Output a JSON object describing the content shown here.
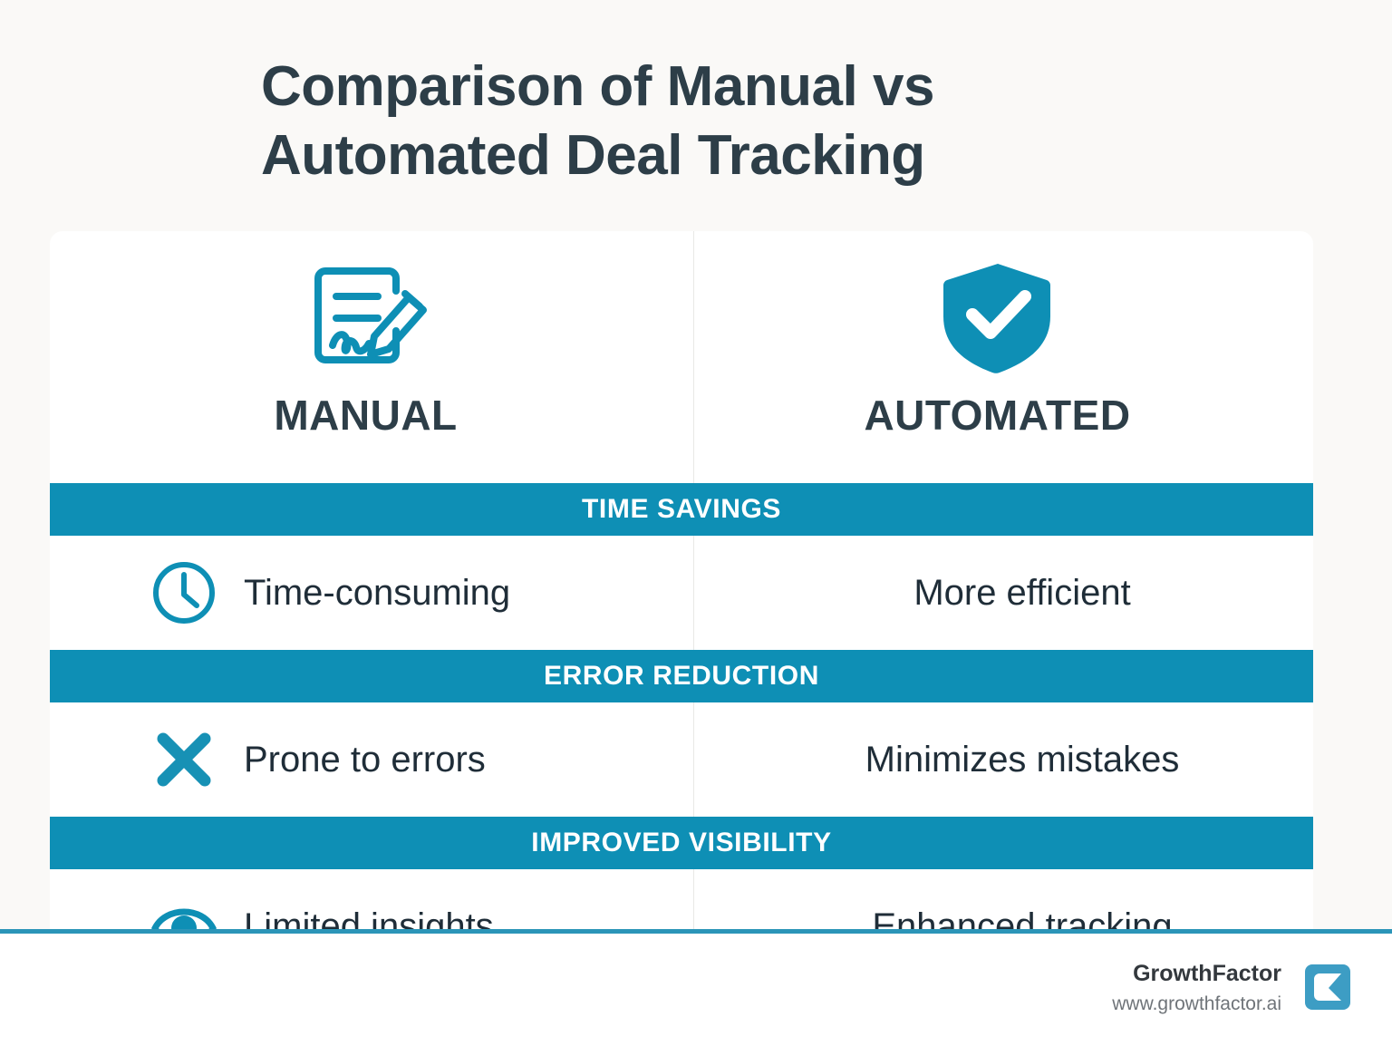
{
  "title": "Comparison of Manual vs\nAutomated Deal Tracking",
  "title_line1": "Comparison of Manual vs",
  "title_line2": "Automated Deal Tracking",
  "colors": {
    "accent_teal": "#0e8fb5",
    "logo_teal": "#3d9dc4",
    "rule_teal": "#2b95b8",
    "text_dark": "#2d3e48",
    "row_text": "#1f2d38",
    "page_background": "#faf9f7",
    "card_background": "#ffffff"
  },
  "columns": [
    {
      "label": "MANUAL",
      "icon": "document-pencil-signature-icon"
    },
    {
      "label": "AUTOMATED",
      "icon": "shield-check-icon"
    }
  ],
  "sections": [
    {
      "heading": "TIME SAVINGS",
      "manual": {
        "icon": "clock-icon",
        "text": "Time-consuming"
      },
      "automated": {
        "text": "More efficient"
      }
    },
    {
      "heading": "ERROR REDUCTION",
      "manual": {
        "icon": "x-cross-icon",
        "text": "Prone to errors"
      },
      "automated": {
        "text": "Minimizes mistakes"
      }
    },
    {
      "heading": "IMPROVED VISIBILITY",
      "manual": {
        "icon": "eye-icon",
        "text": "Limited insights"
      },
      "automated": {
        "text": "Enhanced tracking"
      }
    }
  ],
  "footer": {
    "brand_name": "GrowthFactor",
    "brand_url": "www.growthfactor.ai",
    "logo": "growthfactor-g-logo"
  }
}
